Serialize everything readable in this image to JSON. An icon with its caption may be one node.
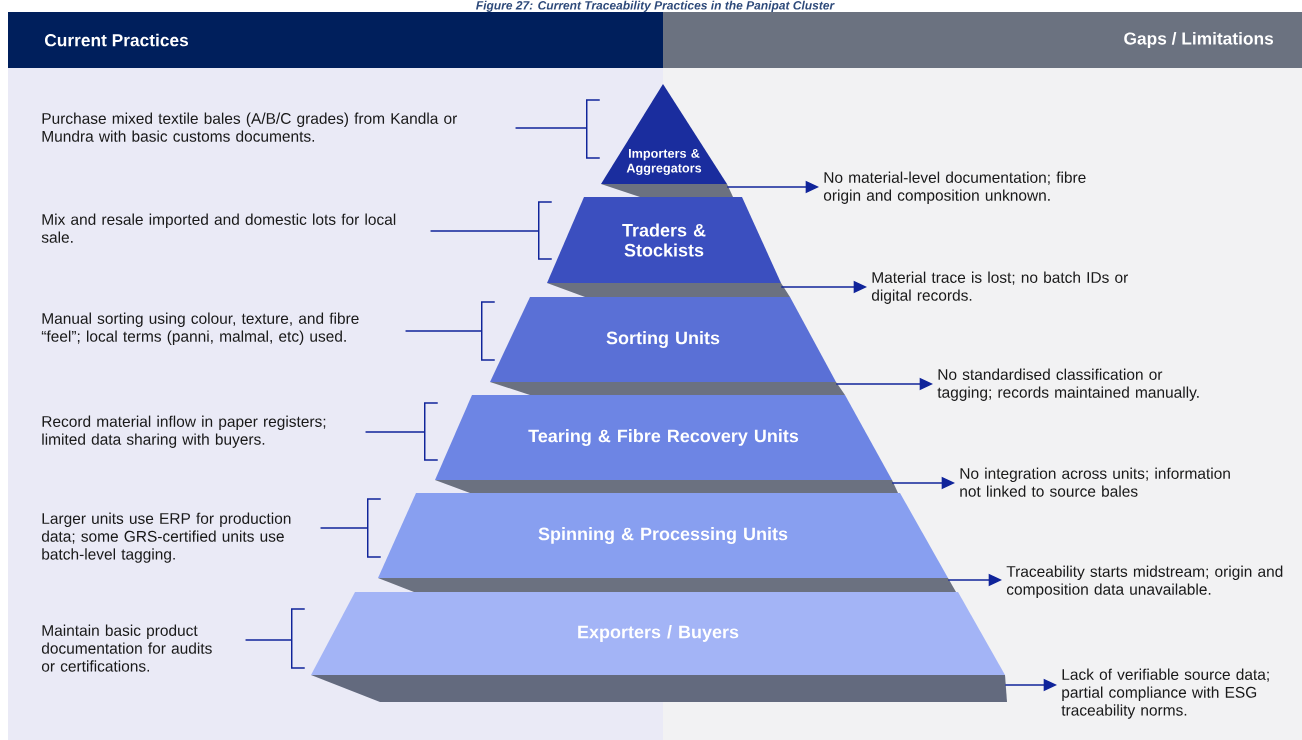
{
  "diagram": {
    "title": "Figure 27: Current Traceability Practices in the Panipat Cluster",
    "nodes": [
      {
        "text": [
          "Current Practices"
        ]
      },
      {
        "text": [
          "Gaps / Limitations"
        ]
      },
      {
        "text": [
          "Purchase mixed textile bales (A/B/C grades) from Kandla or Mundra with basic customs documents."
        ]
      },
      {
        "text": [
          "Importers & Aggregators"
        ]
      },
      {
        "text": [
          "No material-level documentation; fibre origin and composition unknown."
        ]
      },
      {
        "text": [
          "Mix and resale imported and domestic lots for local sale."
        ]
      },
      {
        "text": [
          "Traders & Stockists"
        ]
      },
      {
        "text": [
          "Material trace is lost; no batch IDs or digital records."
        ]
      },
      {
        "text": [
          "Manual sorting using colour, texture, and fibre “feel”; local terms (panni, malmal, etc) used."
        ]
      },
      {
        "text": [
          "Sorting Units"
        ]
      },
      {
        "text": [
          "No standardised classification or tagging; records maintained manually."
        ]
      },
      {
        "text": [
          "Record material inflow in paper registers; limited data sharing with buyers."
        ]
      },
      {
        "text": [
          "Tearing & Fibre Recovery Units"
        ]
      },
      {
        "text": [
          "No integration across units; information not linked to source bales"
        ]
      },
      {
        "text": [
          "Larger units use ERP for production data; some GRS-certified units use batch-level tagging."
        ]
      },
      {
        "text": [
          "Spinning & Processing Units"
        ]
      },
      {
        "text": [
          "Traceability starts midstream; origin and composition data unavailable."
        ]
      },
      {
        "text": [
          "Maintain basic product documentation for audits or certifications."
        ]
      },
      {
        "text": [
          "Exporters / Buyers"
        ]
      },
      {
        "text": [
          "Lack of verifiable source data; partial compliance with ESG traceability norms."
        ]
      }
    ],
    "edges": [
      {
        "from": 2,
        "to": 3,
        "arrow": "none"
      },
      {
        "from": 3,
        "to": 4,
        "arrow": "to"
      },
      {
        "from": 5,
        "to": 6,
        "arrow": "none"
      },
      {
        "from": 6,
        "to": 7,
        "arrow": "to"
      },
      {
        "from": 8,
        "to": 9,
        "arrow": "none"
      },
      {
        "from": 9,
        "to": 10,
        "arrow": "to"
      },
      {
        "from": 11,
        "to": 12,
        "arrow": "none"
      },
      {
        "from": 12,
        "to": 13,
        "arrow": "to"
      },
      {
        "from": 14,
        "to": 15,
        "arrow": "none"
      },
      {
        "from": 15,
        "to": 16,
        "arrow": "to"
      },
      {
        "from": 17,
        "to": 18,
        "arrow": "none"
      },
      {
        "from": 18,
        "to": 19,
        "arrow": "to"
      }
    ]
  }
}
